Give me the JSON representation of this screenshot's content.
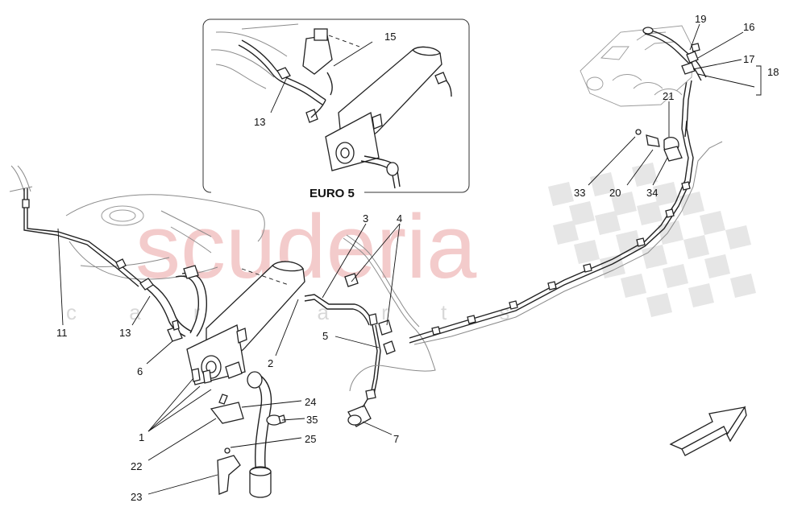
{
  "watermark": {
    "brand": "scuderia",
    "sub": "c a r p a r t s"
  },
  "inset": {
    "title": "EURO 5"
  },
  "callouts": {
    "c1": "1",
    "c2": "2",
    "c3": "3",
    "c4": "4",
    "c5": "5",
    "c6": "6",
    "c7": "7",
    "c11": "11",
    "c13": "13",
    "c13_inset": "13",
    "c15": "15",
    "c16": "16",
    "c17": "17",
    "c18": "18",
    "c19": "19",
    "c20": "20",
    "c21": "21",
    "c22": "22",
    "c23": "23",
    "c24": "24",
    "c25": "25",
    "c33": "33",
    "c34": "34",
    "c35": "35"
  },
  "colors": {
    "watermark_red": "#f2c2c2",
    "checker_gray": "#e6e6e6",
    "line": "#222222"
  },
  "icons": {
    "direction": "front-arrow-icon"
  }
}
